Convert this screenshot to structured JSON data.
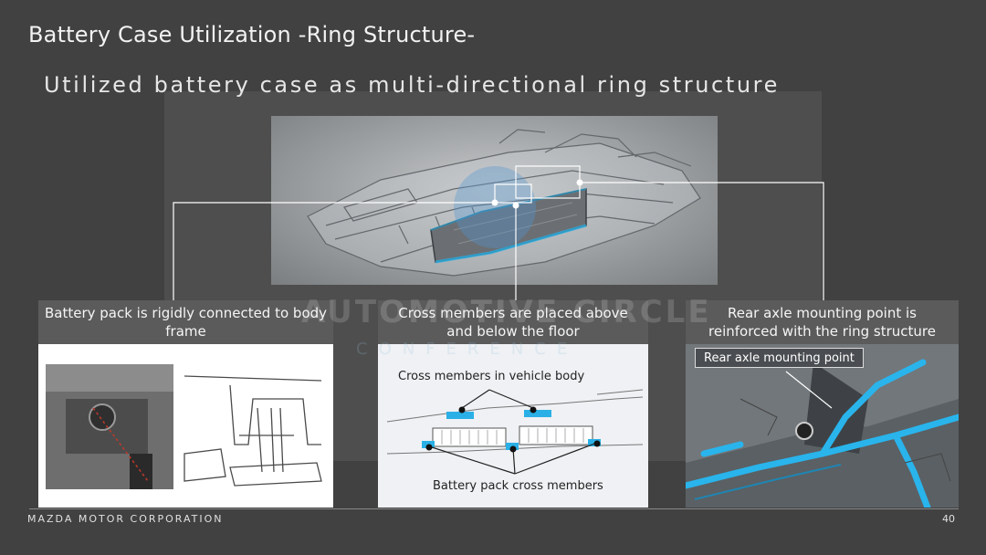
{
  "slide": {
    "title": "Battery Case Utilization -Ring Structure-",
    "subtitle": "Utilized battery case as multi-directional ring structure"
  },
  "panels": [
    {
      "heading": "Battery pack is rigidly connected to body frame"
    },
    {
      "heading": "Cross members are placed above and below the floor",
      "label_top": "Cross members in vehicle body",
      "label_bottom": "Battery pack cross members"
    },
    {
      "heading": "Rear axle mounting point is reinforced with the ring structure",
      "badge": "Rear axle mounting point"
    }
  ],
  "watermark": {
    "line1": "AUTOMOTIVE CIRCLE",
    "line2": "CONFERENCE"
  },
  "footer": {
    "company": "MAZDA MOTOR CORPORATION",
    "page_number": "40"
  },
  "colors": {
    "background": "#414141",
    "panel_header": "#5b5b5b",
    "highlight_blue": "#2ab0e6"
  }
}
